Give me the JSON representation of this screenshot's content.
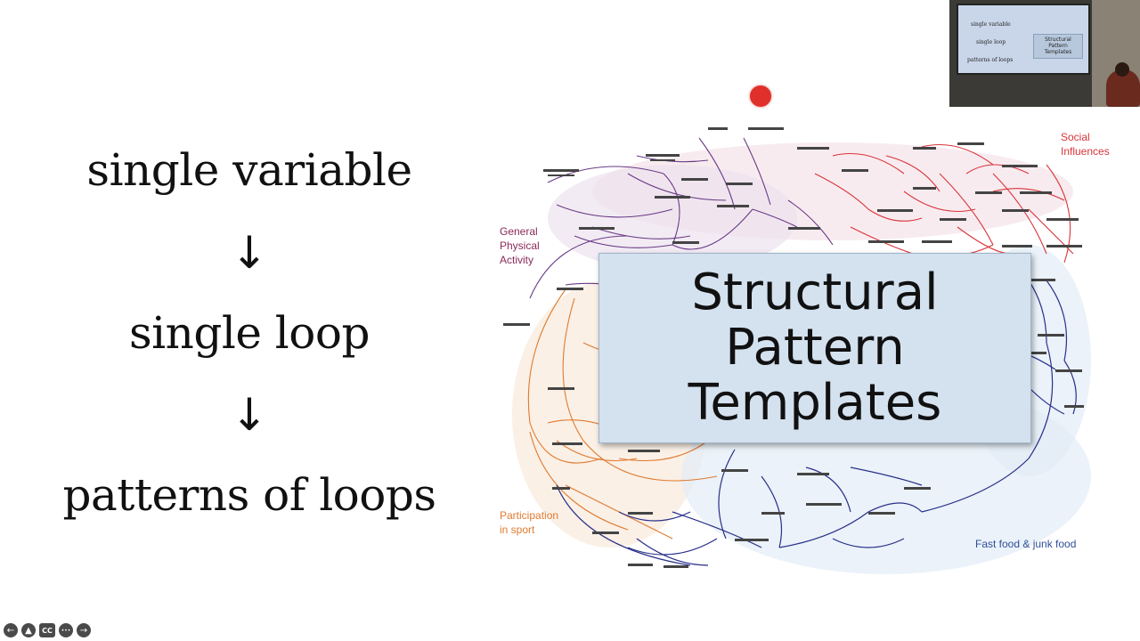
{
  "slide": {
    "left_lines": [
      "single variable",
      "single loop",
      "patterns of loops"
    ],
    "arrow_glyph": "↓",
    "overlay_title_lines": [
      "Structural",
      "Pattern",
      "Templates"
    ]
  },
  "diagram": {
    "region_labels": {
      "social": "Social\nInfluences",
      "general": "General\nPhysical\nActivity",
      "participation": "Participation\nin sport",
      "fastfood": "Fast food & junk food"
    },
    "colors": {
      "social": "#d9343a",
      "general": "#8a2a5a",
      "participation": "#e07a2e",
      "fastfood": "#2f4f9a",
      "purple_links": "#6a3a86",
      "blue_links": "#28308a"
    }
  },
  "webcam": {
    "mini_lines": [
      "single variable",
      "single loop",
      "patterns of loops"
    ],
    "mini_box": "Structural\nPattern\nTemplates"
  },
  "player_controls": [
    {
      "icon": "back-arrow-icon",
      "glyph": "←"
    },
    {
      "icon": "person-icon",
      "glyph": "▲"
    },
    {
      "icon": "captions-icon",
      "glyph": "CC"
    },
    {
      "icon": "more-icon",
      "glyph": "•••"
    },
    {
      "icon": "forward-arrow-icon",
      "glyph": "→"
    }
  ]
}
